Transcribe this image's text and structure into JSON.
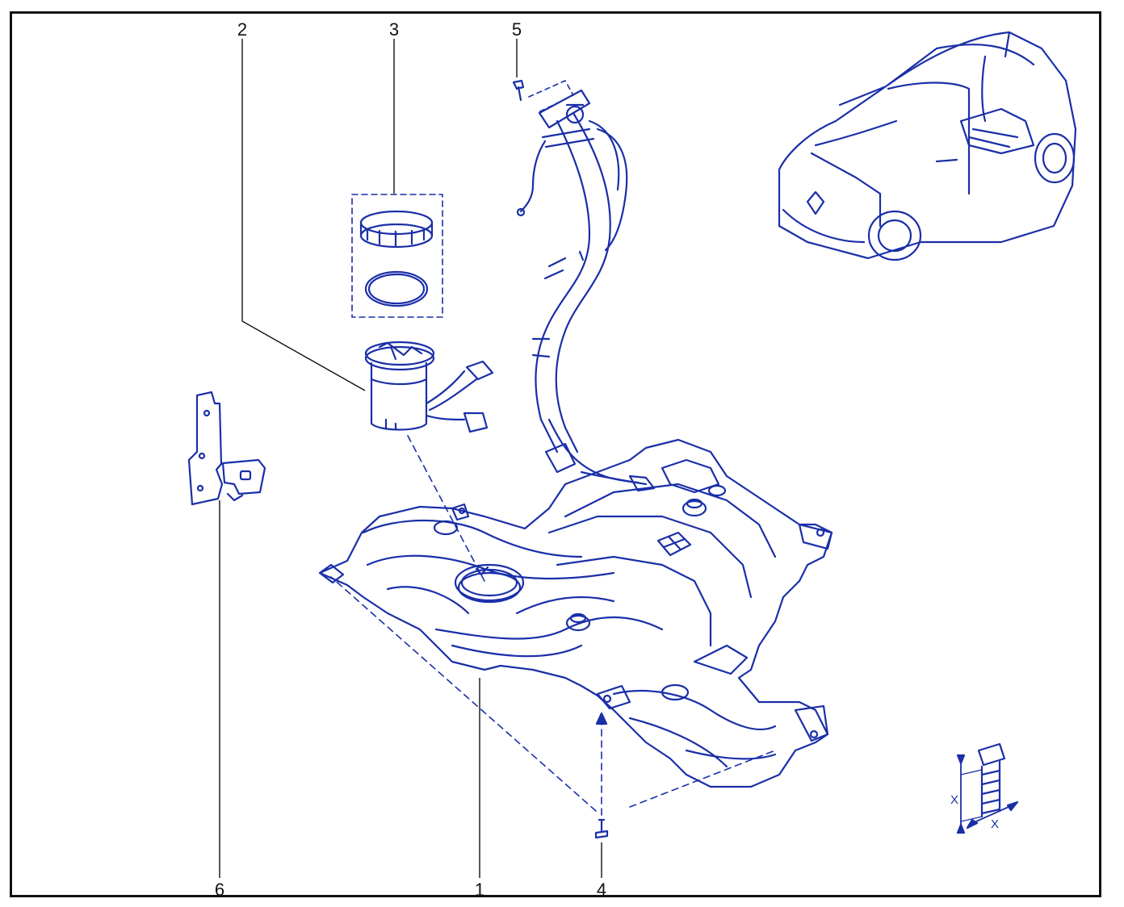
{
  "colors": {
    "line": "#1a2fa8",
    "callout": "#111111",
    "background": "#ffffff",
    "frame": "#111111"
  },
  "callouts": [
    {
      "id": "1",
      "label": "1",
      "part": "fuel-tank"
    },
    {
      "id": "2",
      "label": "2",
      "part": "fuel-pump-module"
    },
    {
      "id": "3",
      "label": "3",
      "part": "lock-ring-and-seal"
    },
    {
      "id": "4",
      "label": "4",
      "part": "tank-bolt"
    },
    {
      "id": "5",
      "label": "5",
      "part": "filler-neck-screw"
    },
    {
      "id": "6",
      "label": "6",
      "part": "bracket"
    }
  ],
  "torque_note": {
    "mark_a": "X",
    "mark_b": "X"
  },
  "icons": [
    "car-location-icon",
    "bolt-dimension-icon"
  ]
}
